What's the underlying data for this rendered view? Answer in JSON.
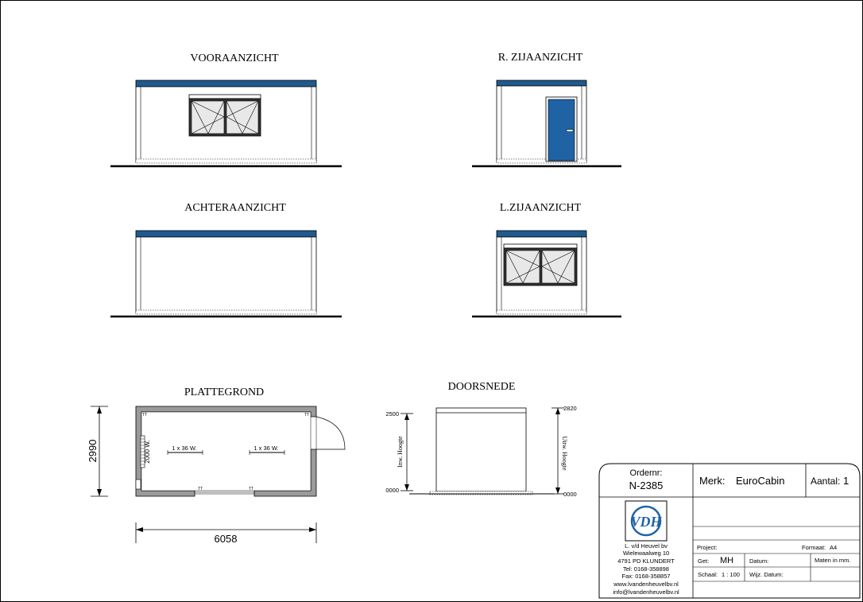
{
  "views": {
    "front": "VOORAANZICHT",
    "right_side": "R. ZIJAANZICHT",
    "rear": "ACHTERAANZICHT",
    "left_side": "L.ZIJAANZICHT",
    "floor_plan": "PLATTEGROND",
    "section": "DOORSNEDE"
  },
  "floor_plan": {
    "height_dim": "2990",
    "width_dim": "6058",
    "heater_label": "2000 W.",
    "light_1": "1 x 36 W.",
    "light_2": "1 x 36 W.",
    "socket_mark": "TT"
  },
  "section": {
    "inner_top": "2500",
    "inner_bottom": "0000",
    "inner_label": "Inw. Hoogte",
    "outer_top": "2820",
    "outer_bottom": "0000",
    "outer_label": "Uitw. Hoogte"
  },
  "title_block": {
    "order_label": "Ordernr:",
    "order_value": "N-2385",
    "brand_label": "Merk:",
    "brand_value": "EuroCabin",
    "count_label": "Aantal:",
    "count_value": "1",
    "logo_text": "VDH",
    "company": [
      "L. v/d Heuvel bv",
      "Wielewaalweg 10",
      "4791 PD KLUNDERT",
      "Tel: 0168-358898",
      "Fax: 0168-358857",
      "www.lvandenheuvelbv.nl",
      "info@lvandenheuvelbv.nl"
    ],
    "project_label": "Project:",
    "format_label": "Formaat:",
    "format_value": "A4",
    "drawn_label": "Get:",
    "drawn_value": "MH",
    "date_label": "Datum:",
    "units_note": "Maten in mm.",
    "scale_label": "Schaal:",
    "scale_value": "1 : 100",
    "revision_label": "Wijz. Datum:"
  },
  "colors": {
    "roof_blue": "#1f5a8e",
    "door_blue": "#1f63a5",
    "line": "#000000"
  }
}
